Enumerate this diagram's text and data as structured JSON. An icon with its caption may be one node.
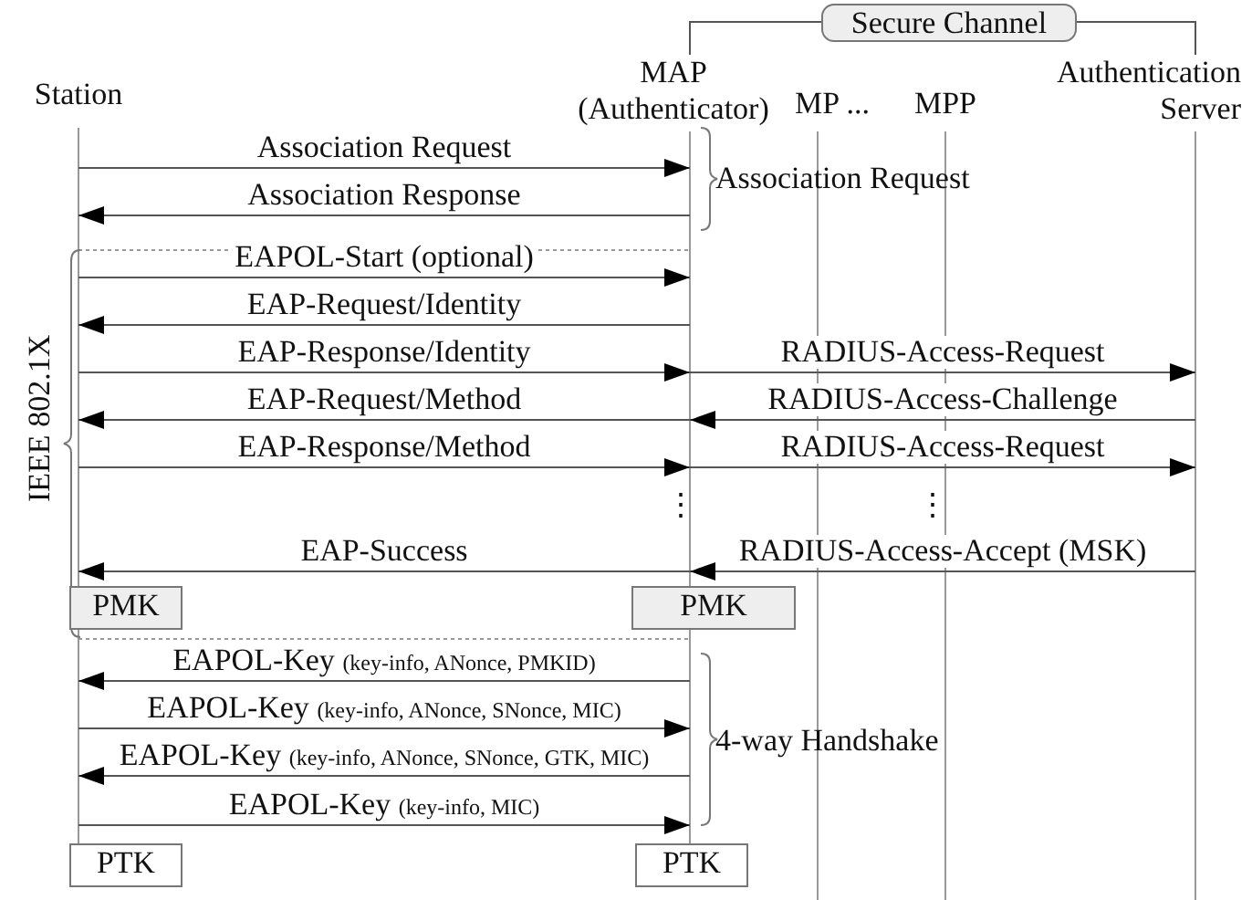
{
  "diagram": {
    "nodes": [
      {
        "text": [
          "Station"
        ]
      },
      {
        "text": [
          "MAP (Authenticator)"
        ]
      },
      {
        "text": [
          "MP ..."
        ]
      },
      {
        "text": [
          "MPP"
        ]
      },
      {
        "text": [
          "Authentication Server"
        ]
      },
      {
        "text": [
          "Secure Channel"
        ]
      },
      {
        "text": [
          "PMK"
        ]
      },
      {
        "text": [
          "PMK"
        ]
      },
      {
        "text": [
          "PTK"
        ]
      },
      {
        "text": [
          "PTK"
        ]
      }
    ],
    "edges": [
      {
        "from": 0,
        "to": 1,
        "arrow": "to",
        "label": "Association Request"
      },
      {
        "from": 1,
        "to": 0,
        "arrow": "to",
        "label": "Association Response"
      },
      {
        "from": 0,
        "to": 1,
        "arrow": "to",
        "label": "EAPOL-Start (optional)"
      },
      {
        "from": 1,
        "to": 0,
        "arrow": "to",
        "label": "EAP-Request/Identity"
      },
      {
        "from": 0,
        "to": 1,
        "arrow": "to",
        "label": "EAP-Response/Identity"
      },
      {
        "from": 1,
        "to": 4,
        "arrow": "to",
        "label": "RADIUS-Access-Request"
      },
      {
        "from": 1,
        "to": 0,
        "arrow": "to",
        "label": "EAP-Request/Method"
      },
      {
        "from": 4,
        "to": 1,
        "arrow": "to",
        "label": "RADIUS-Access-Challenge"
      },
      {
        "from": 0,
        "to": 1,
        "arrow": "to",
        "label": "EAP-Response/Method"
      },
      {
        "from": 1,
        "to": 4,
        "arrow": "to",
        "label": "RADIUS-Access-Request"
      },
      {
        "from": 1,
        "to": 0,
        "arrow": "to",
        "label": "EAP-Success"
      },
      {
        "from": 4,
        "to": 1,
        "arrow": "to",
        "label": "RADIUS-Access-Accept (MSK)"
      },
      {
        "from": 1,
        "to": 0,
        "arrow": "to",
        "label": "EAPOL-Key $_{(key-info, ANonce, PMKID)}$"
      },
      {
        "from": 0,
        "to": 1,
        "arrow": "to",
        "label": "EAPOL-Key $_{(key-info, ANonce, SNonce, MIC)}$"
      },
      {
        "from": 1,
        "to": 0,
        "arrow": "to",
        "label": "EAPOL-Key $_{(key-info, ANonce, SNonce, GTK, MIC)}$"
      },
      {
        "from": 0,
        "to": 1,
        "arrow": "to",
        "label": "EAPOL-Key $_{(key-info, MIC)}$"
      },
      {
        "from": 1,
        "to": 5,
        "arrow": "none"
      },
      {
        "from": 5,
        "to": 4,
        "arrow": "none"
      }
    ],
    "labels": [
      "Association Request",
      "IEEE 802.1X",
      "⋮",
      "⋮",
      "4-way Handshake"
    ]
  }
}
